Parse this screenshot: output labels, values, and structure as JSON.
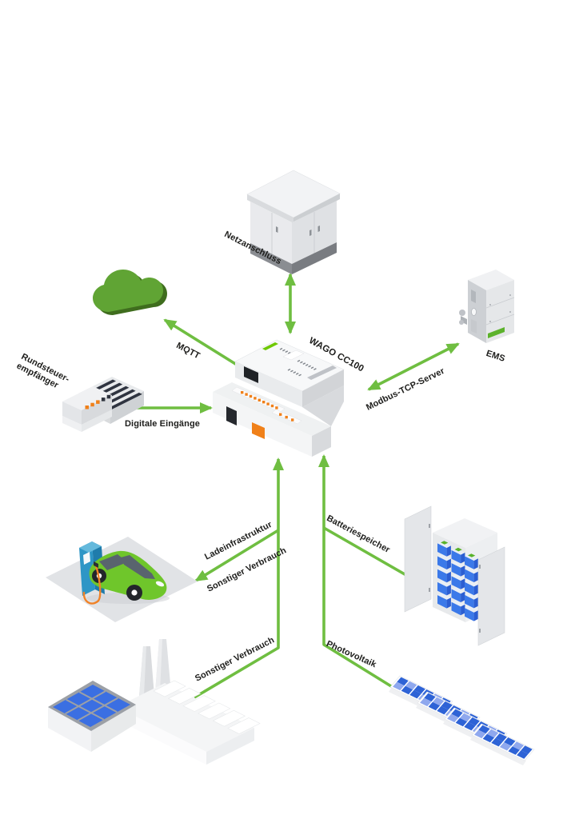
{
  "diagram": {
    "device_labels": {
      "netzanschluss": "Netzanschluss",
      "rundsteuerempfaenger": "Rundsteuer-\nempfänger",
      "wago_cc100": "WAGO CC100",
      "ems": "EMS"
    },
    "connection_labels": {
      "mqtt": "MQTT",
      "digitale_eingaenge": "Digitale Eingänge",
      "modbus_tcp_server": "Modbus-TCP-Server",
      "ladeinfrastruktur": "Ladeinfrastruktur",
      "sonstiger_verbrauch_lade": "Sonstiger Verbrauch",
      "batteriespeicher": "Batteriespeicher",
      "sonstiger_verbrauch_werk": "Sonstiger Verbrauch",
      "photovoltaik": "Photovoltaik"
    },
    "colors": {
      "arrow_green": "#6FBE41",
      "wago_logo_green": "#6EC800",
      "cloud_green": "#60A434",
      "cloud_green_dark": "#3F6D1E",
      "pv_blue": "#2E63D6",
      "pv_blue_light": "#8FA8EE",
      "battery_blue": "#3B79E9",
      "charger_blue": "#2E96C6",
      "accent_orange": "#F08019",
      "car_green": "#6FC62B"
    }
  }
}
